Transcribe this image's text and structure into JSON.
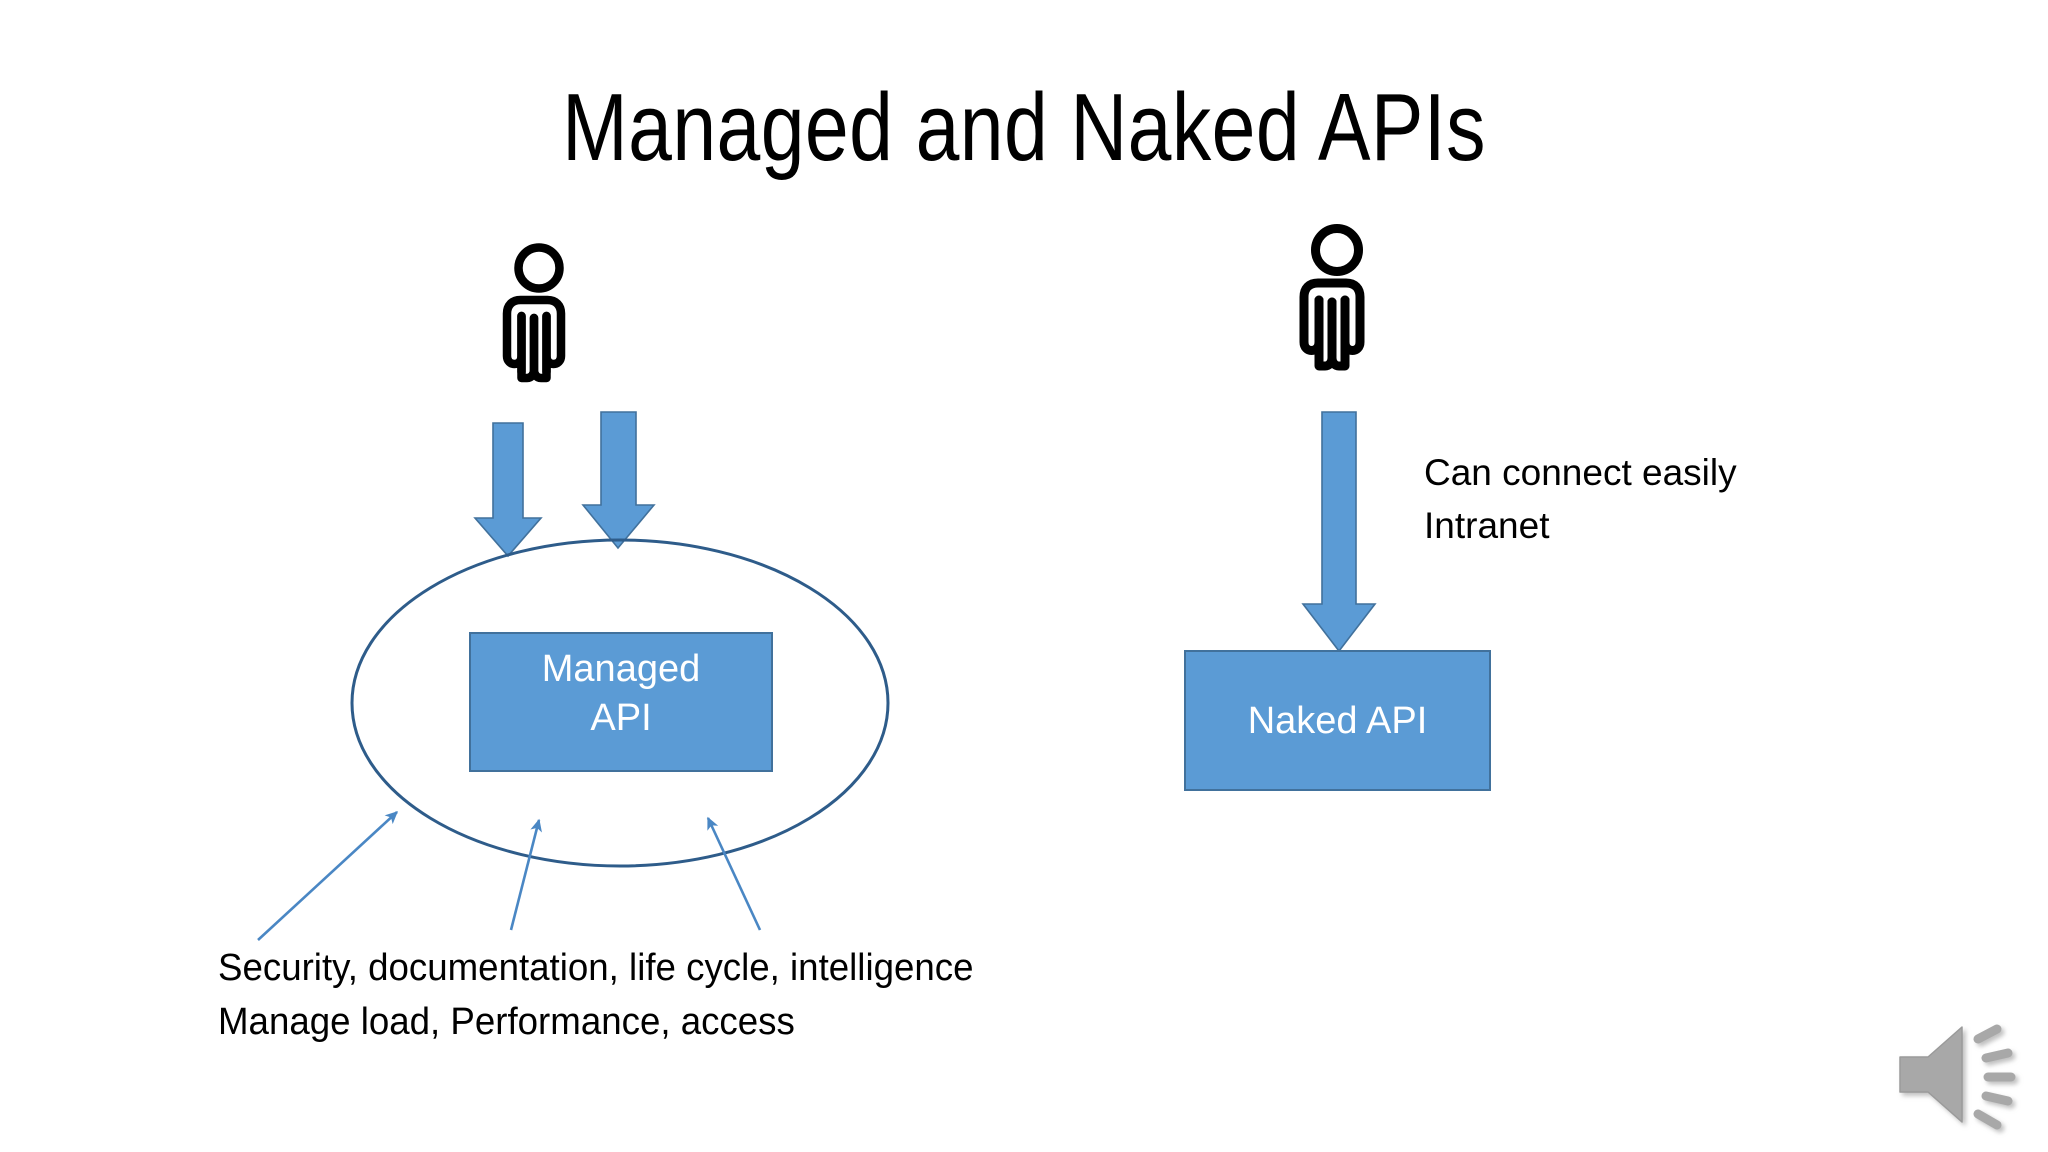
{
  "slide": {
    "title": "Managed and Naked APIs",
    "background_color": "#FFFFFF"
  },
  "palette": {
    "shape_fill_blue": "#5B9BD5",
    "shape_outline_blue": "#41719C",
    "ellipse_outline_blue": "#2E5C8A",
    "callout_arrow_blue": "#4A87C4",
    "figure_black": "#000000",
    "label_white": "#FFFFFF",
    "text_black": "#000000",
    "speaker_gray": "#A6A6A6"
  },
  "left_group": {
    "name": "managed-api-group",
    "actor_icon": "person-icon",
    "arrows": [
      {
        "name": "down-arrow-left",
        "direction": "down"
      },
      {
        "name": "down-arrow-right",
        "direction": "down"
      }
    ],
    "ellipse": {
      "name": "management-boundary-ellipse",
      "fill": "none"
    },
    "api_box": {
      "label": "Managed\nAPI",
      "label_line1": "Managed",
      "label_line2": "API"
    },
    "callout": {
      "text": "Security, documentation, life cycle, intelligence\nManage load, Performance, access",
      "line1": "Security, documentation, life cycle, intelligence",
      "line2": "Manage load, Performance, access",
      "arrow_count": 3
    }
  },
  "right_group": {
    "name": "naked-api-group",
    "actor_icon": "person-icon",
    "arrow": {
      "name": "down-arrow-naked",
      "direction": "down"
    },
    "note": {
      "text": "Can connect easily\nIntranet",
      "line1": "Can connect easily",
      "line2": "Intranet"
    },
    "api_box": {
      "label": "Naked API"
    }
  },
  "media": {
    "speaker_icon": "speaker-audio-icon",
    "speaker_waves": 5
  }
}
